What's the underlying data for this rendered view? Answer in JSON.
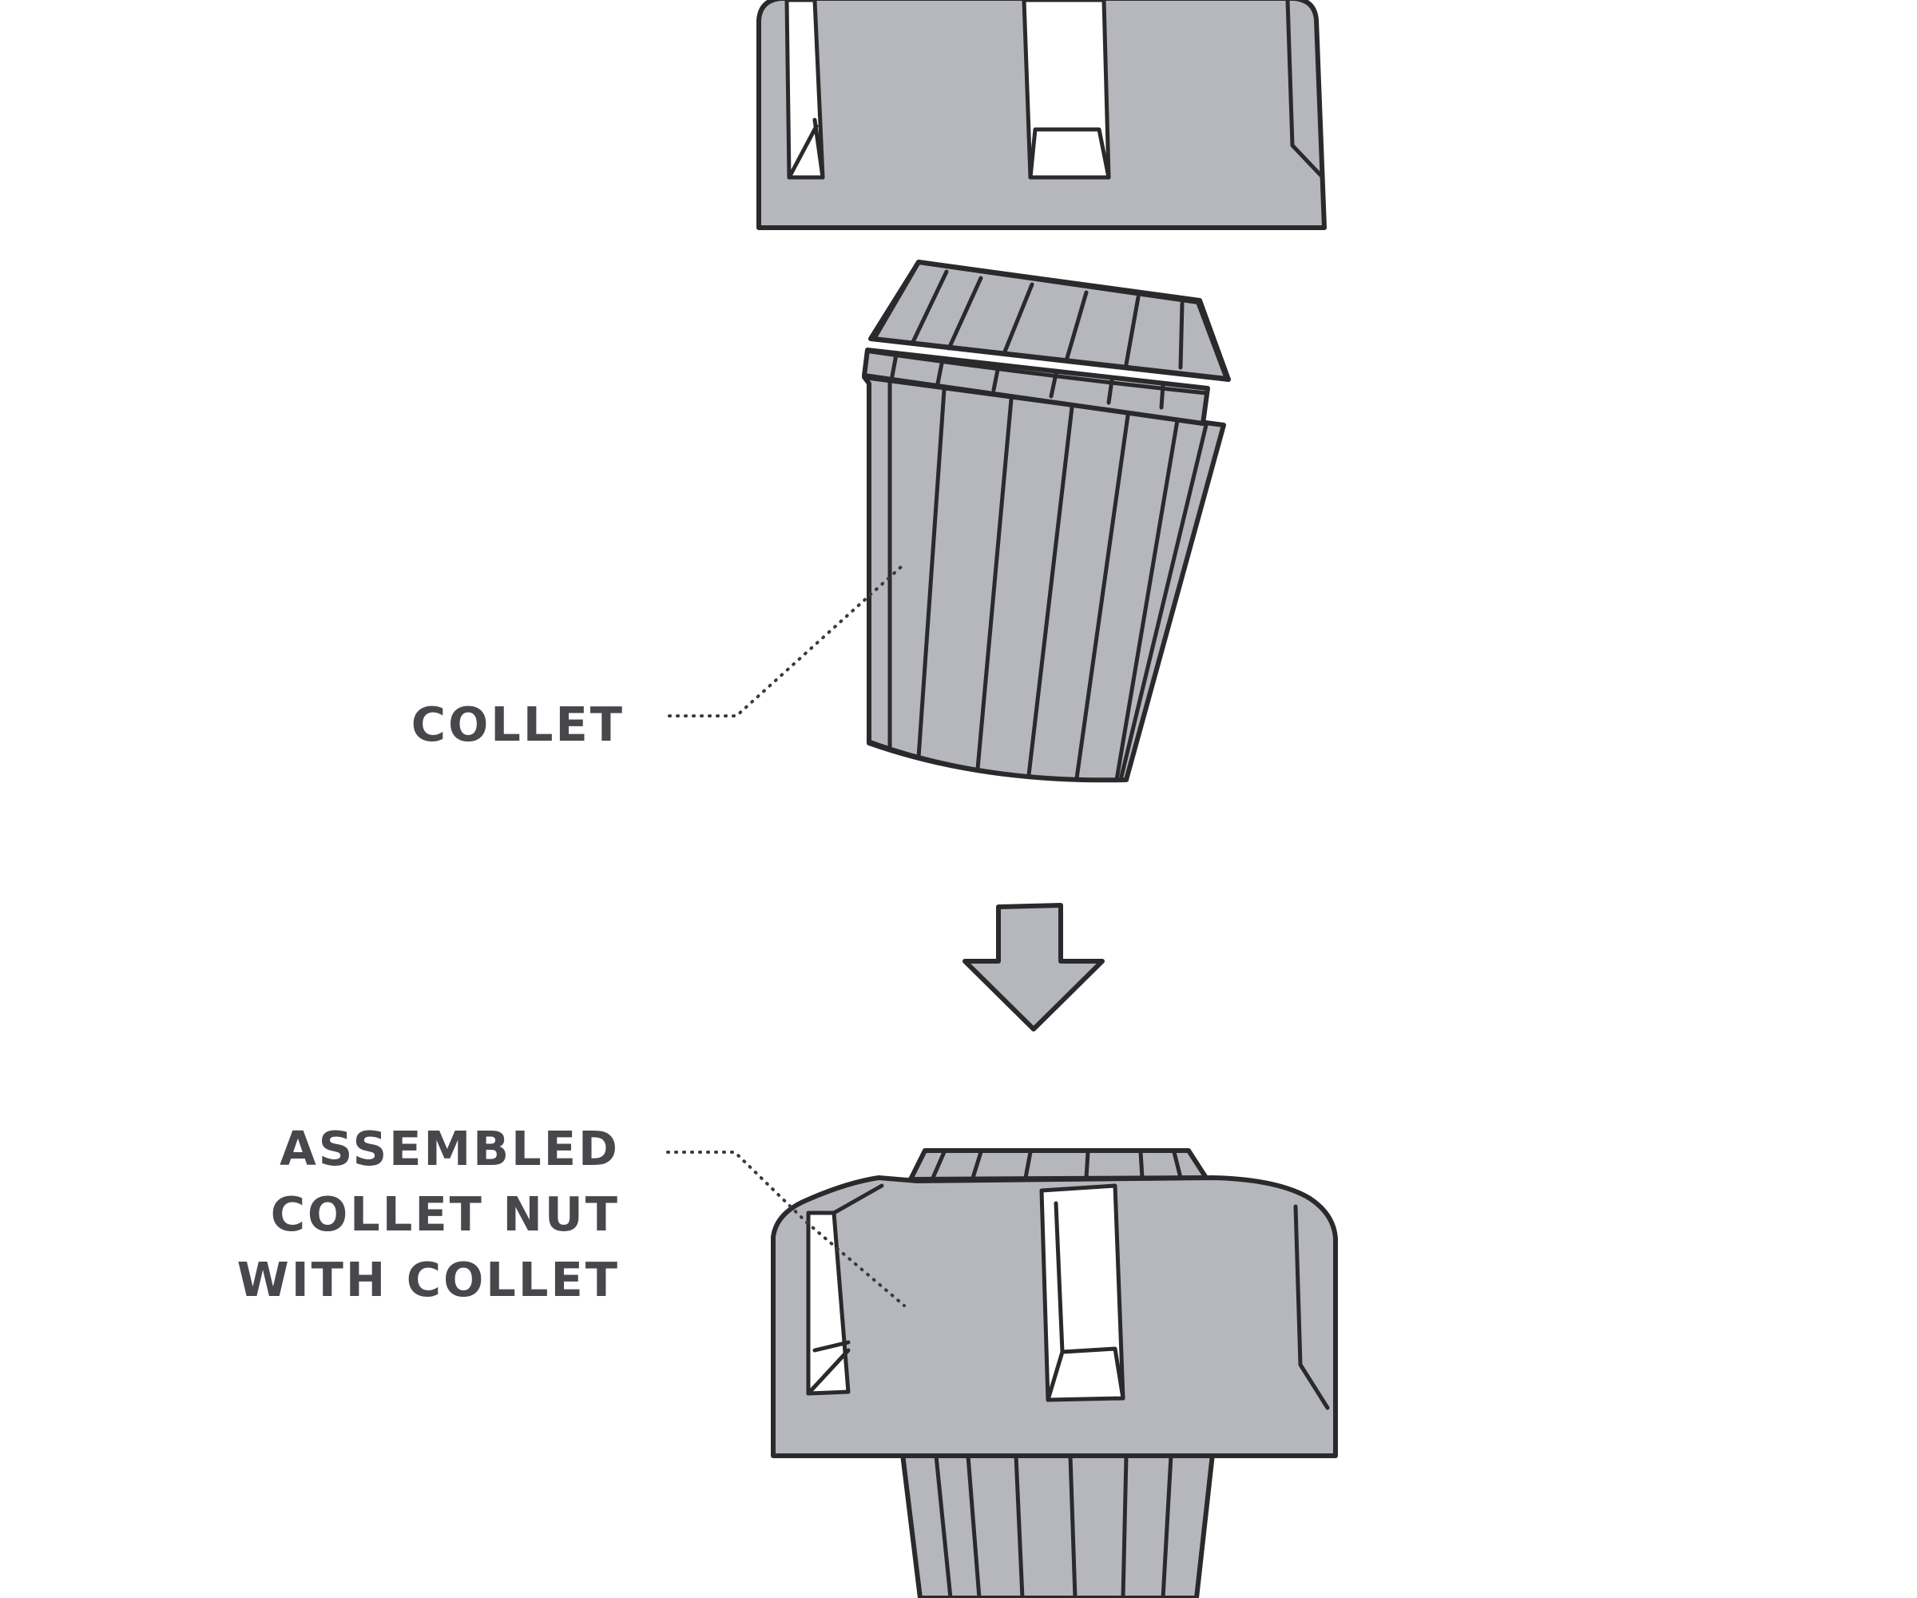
{
  "labels": {
    "collet": "COLLET",
    "assembled": [
      "ASSEMBLED",
      "COLLET NUT",
      "WITH COLLET"
    ]
  }
}
